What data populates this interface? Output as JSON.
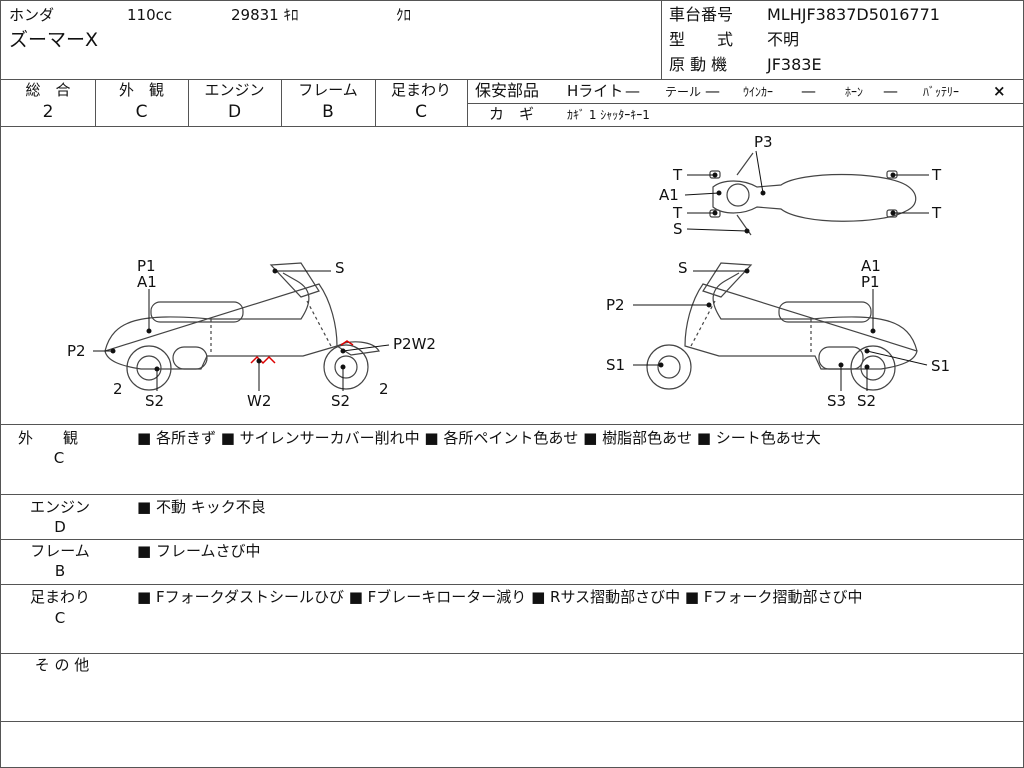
{
  "header": {
    "maker": "ホンダ",
    "displacement": "110cc",
    "mileage": "29831 ｷﾛ",
    "color": "ｸﾛ",
    "model": "ズーマーX",
    "frame_label": "車台番号",
    "frame_value": "MLHJF3837D5016771",
    "type_label": "型　　式",
    "type_value": "不明",
    "engine_label": "原 動 機",
    "engine_value": "JF383E"
  },
  "grades": [
    {
      "label": "総　合",
      "value": "2"
    },
    {
      "label": "外　観",
      "value": "C"
    },
    {
      "label": "エンジン",
      "value": "D"
    },
    {
      "label": "フレーム",
      "value": "B"
    },
    {
      "label": "足まわり",
      "value": "C"
    }
  ],
  "safety": {
    "title": "保安部品",
    "items": [
      {
        "name": "Hライト",
        "mark": "—"
      },
      {
        "name": "テール",
        "mark": "—"
      },
      {
        "name": "ｳｲﾝｶｰ",
        "mark": "—"
      },
      {
        "name": "ﾎｰﾝ",
        "mark": "—"
      },
      {
        "name": "ﾊﾞｯﾃﾘｰ",
        "mark": "×"
      }
    ],
    "key_label": "カ　ギ",
    "key_value": "ｶｷﾞ 1 ｼｬｯﾀｰｷｰ1"
  },
  "diagram": {
    "top_view": [
      "P3",
      "T",
      "A1",
      "T",
      "S",
      "T",
      "T"
    ],
    "left_view": [
      "P1",
      "A1",
      "S",
      "P2",
      "P2W2",
      "2",
      "S2",
      "W2",
      "S2",
      "2"
    ],
    "right_view": [
      "S",
      "A1",
      "P1",
      "P2",
      "S1",
      "S1",
      "S3",
      "S2"
    ]
  },
  "notes": [
    {
      "label": "外　　観",
      "grade": "C",
      "text": "■ 各所きず ■ サイレンサーカバー削れ中 ■ 各所ペイント色あせ ■ 樹脂部色あせ ■ シート色あせ大"
    },
    {
      "label": "エンジン",
      "grade": "D",
      "text": "■ 不動 キック不良"
    },
    {
      "label": "フレーム",
      "grade": "B",
      "text": "■ フレームさび中"
    },
    {
      "label": "足まわり",
      "grade": "C",
      "text": "■ Fフォークダストシールひび ■ Fブレーキローター減り ■ Rサス摺動部さび中 ■ Fフォーク摺動部さび中"
    },
    {
      "label": "そ の 他",
      "grade": "",
      "text": ""
    }
  ]
}
